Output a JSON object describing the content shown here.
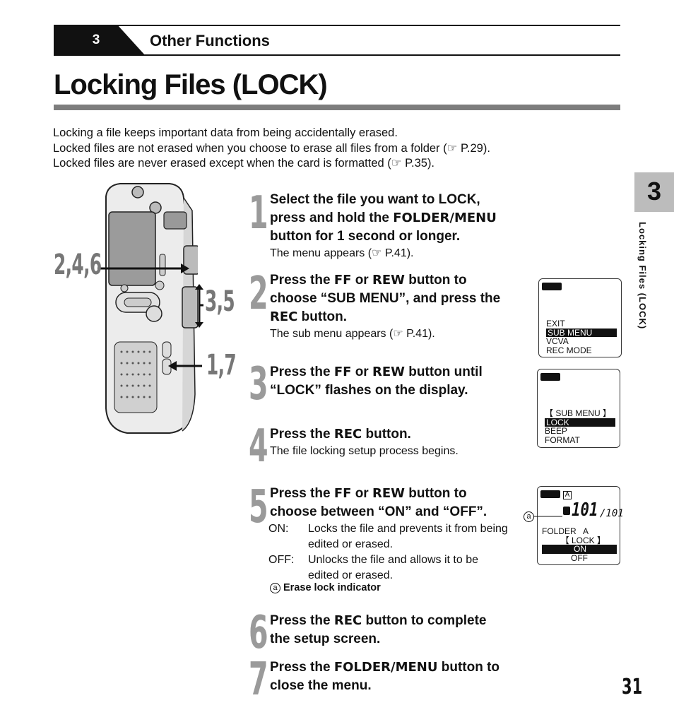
{
  "header": {
    "chapter_number": "3",
    "chapter_title": "Other Functions"
  },
  "title": "Locking Files (LOCK)",
  "intro": [
    "Locking a file keeps important data from being accidentally erased.",
    "Locked files are not erased when you choose to erase all files from a folder (☞ P.29).",
    "Locked files are never erased except when the card is formatted (☞ P.35)."
  ],
  "side_tab": {
    "number": "3",
    "label": "Locking Files (LOCK)"
  },
  "callouts": {
    "top": "2,4,6",
    "middle": "3,5",
    "bottom": "1,7"
  },
  "steps": [
    {
      "number": "1",
      "lead_a": "Select the file you want to LOCK, press and hold the ",
      "lead_kw": "FOLDER/MENU",
      "lead_b": " button for 1 second or longer.",
      "sub": "The menu appears (☞ P.41)."
    },
    {
      "number": "2",
      "lead_a": "Press the ",
      "kw1": "FF",
      "lead_b": " or ",
      "kw2": "REW",
      "lead_c": " button to choose “SUB MENU”, and press the ",
      "kw3": "REC",
      "lead_d": " button.",
      "sub": "The sub menu appears (☞ P.41)."
    },
    {
      "number": "3",
      "lead_a": "Press the ",
      "kw1": "FF",
      "lead_b": " or ",
      "kw2": "REW",
      "lead_c": " button until “LOCK” flashes on the display."
    },
    {
      "number": "4",
      "lead_a": "Press the ",
      "kw1": "REC",
      "lead_b": " button.",
      "sub": "The file locking setup process begins."
    },
    {
      "number": "5",
      "lead_a": "Press the ",
      "kw1": "FF",
      "lead_b": " or ",
      "kw2": "REW",
      "lead_c": " button to choose between “ON” and “OFF”."
    },
    {
      "number": "6",
      "lead_a": "Press the ",
      "kw1": "REC",
      "lead_b": " button to complete the setup screen."
    },
    {
      "number": "7",
      "lead_a": "Press the ",
      "kw1": "FOLDER/MENU",
      "lead_b": " button to close the menu."
    }
  ],
  "options": [
    {
      "key": "ON:",
      "text": "Locks the file and prevents it from being edited or erased."
    },
    {
      "key": "OFF:",
      "text": "Unlocks the file and allows it to be edited or erased."
    }
  ],
  "note": {
    "marker": "a",
    "text": "Erase lock indicator"
  },
  "screens": [
    {
      "rows": [
        "EXIT",
        "SUB MENU",
        "VCVA",
        "REC MODE"
      ],
      "highlight": 1
    },
    {
      "rows": [
        "【 SUB MENU 】",
        "LOCK",
        "BEEP",
        "FORMAT"
      ],
      "highlight": 1
    },
    {
      "folder_badge": "A",
      "counter": "101",
      "total": "/101",
      "marker": "a",
      "rows": [
        "FOLDER   A",
        "  【 LOCK 】",
        "ON",
        "OFF"
      ],
      "highlight": 2
    }
  ],
  "page_number": "31"
}
